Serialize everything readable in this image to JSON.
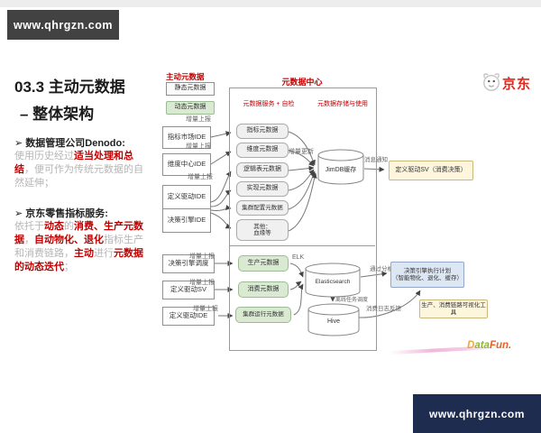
{
  "watermarks": {
    "top": "www.qhrgzn.com",
    "bottom": "www.qhrgzn.com"
  },
  "branding": {
    "jd_logo_text": "京东",
    "datafun_d": "D",
    "datafun_mid": "ata",
    "datafun_end": "Fun."
  },
  "left_panel": {
    "title_line1": "03.3 主动元数据",
    "title_line2": "– 整体架构",
    "point1_heading": "➢ 数据管理公司Denodo:",
    "point1_seg1": "使用历史经过",
    "point1_seg2": "适当处理和总结",
    "point1_seg3": "，便可作为传统元数据的自然延伸；",
    "point2_heading": "➢ 京东零售指标服务:",
    "point2_seg1": "依托于",
    "point2_seg2": "动态",
    "point2_seg3": "的",
    "point2_seg4": "消费、生产元数据",
    "point2_seg5": "，",
    "point2_seg6": "自动物化、退化",
    "point2_seg7": "指标生产和消费链路，",
    "point2_seg8": "主动",
    "point2_seg9": "进行",
    "point2_seg10": "元数据的动态迭代",
    "point2_seg11": "；"
  },
  "diagram": {
    "legend_title": "主动元数据",
    "legend_static": "静态元数据",
    "legend_dynamic": "动态元数据",
    "sources": [
      "指标市场IDE",
      "维度中心IDE",
      "定义驱动IDE",
      "决策引擎IDE",
      "决策引擎调度",
      "定义驱动SV",
      "定义驱动IDE"
    ],
    "labels": {
      "incr_report": "增量上报",
      "incr_update": "增量更新",
      "msg_notify": "消息通知",
      "elk": "ELK",
      "offline_sync": "离线任务调度",
      "analyze": "通过分析",
      "log_feedback": "消费日志反馈"
    },
    "center_title": "元数据中心",
    "left_header": "元数据服务 + 自检",
    "right_header": "元数据存储与使用",
    "meta_boxes": [
      "指标元数据",
      "维度元数据",
      "逻辑表元数据",
      "实现元数据",
      "集群配置元数据"
    ],
    "meta_extra_line1": "其他：",
    "meta_extra_line2": "血缘等",
    "runtime_boxes": [
      "生产元数据",
      "消费元数据",
      "集群运行元数据"
    ],
    "store_cache": "JimDB缓存",
    "store_es": "Elasticsearch",
    "store_hive": "Hive",
    "right_consumer_box": "定义驱动SV（消费决策）",
    "right_plan_line1": "决策引擎执行计划",
    "right_plan_line2": "（智能物化、退化、缓存）",
    "right_tool_box": "生产、消费链路可视化工具"
  }
}
